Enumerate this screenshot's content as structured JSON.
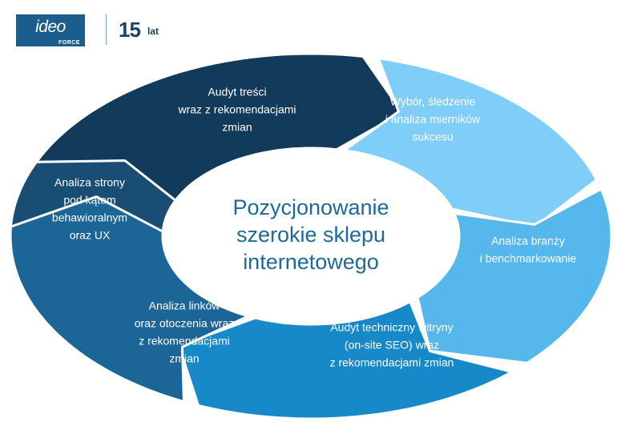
{
  "logo": {
    "word": "ideo",
    "sub": "FORCE",
    "years": "15",
    "years_suffix": "lat"
  },
  "center": {
    "lines": [
      "Pozycjonowanie",
      "szerokie sklepu",
      "internetowego"
    ]
  },
  "segments": [
    {
      "lines": [
        "Audyt treści",
        "wraz z rekomendacjami",
        "zmian"
      ],
      "color": "#123a5a"
    },
    {
      "lines": [
        "Wybór, śledzenie",
        "i analiza mierników",
        "sukcesu"
      ],
      "color": "#7fcdf9"
    },
    {
      "lines": [
        "Analiza branży",
        "i benchmarkowanie"
      ],
      "color": "#56b7ec"
    },
    {
      "lines": [
        "Audyt techniczny witryny",
        "(on-site SEO) wraz",
        "z rekomendacjami zmian"
      ],
      "color": "#1789c8"
    },
    {
      "lines": [
        "Analiza linków",
        "oraz otoczenia wraz",
        "z rekomendacjami",
        "zmian"
      ],
      "color": "#1c6597"
    },
    {
      "lines": [
        "Analiza strony",
        "pod kątem",
        "behawioralnym",
        "oraz UX"
      ],
      "color": "#194d73"
    }
  ]
}
